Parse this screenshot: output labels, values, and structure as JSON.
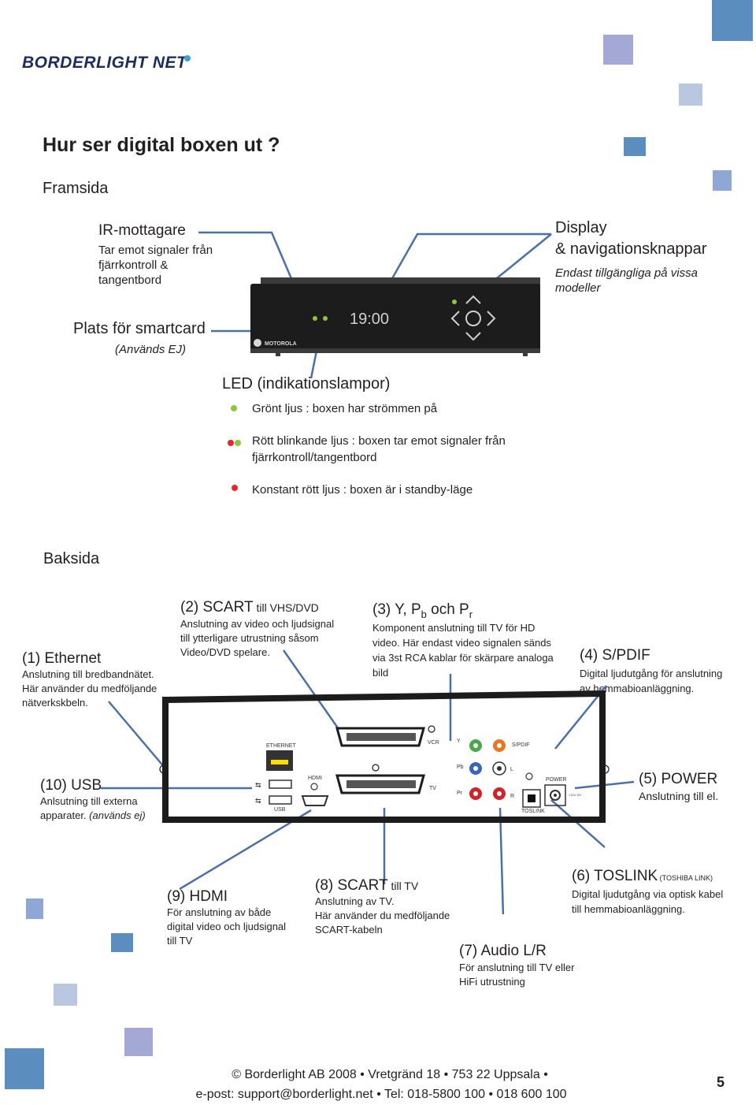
{
  "brand": {
    "logo_text": "BORDERLIGHT NET"
  },
  "page": {
    "title": "Hur ser digital boxen ut ?",
    "front_heading": "Framsida",
    "back_heading": "Baksida",
    "page_number": "5"
  },
  "front": {
    "ir_title": "IR-mottagare",
    "ir_desc": [
      "Tar emot signaler från",
      "fjärrkontroll &",
      "tangentbord"
    ],
    "display_title_1": "Display",
    "display_title_2": "& navigationsknappar",
    "display_desc": [
      "Endast tillgängliga på vissa",
      "modeller"
    ],
    "smartcard_title": "Plats för smartcard",
    "smartcard_note": "(Används EJ)",
    "led_title": "LED (indikationslampor)",
    "device_clock": "19:00",
    "device_brand": "MOTOROLA",
    "led_items": [
      {
        "text": "Grönt ljus : boxen har strömmen på",
        "colors": [
          "#8dc63f"
        ]
      },
      {
        "text": "Rött blinkande ljus : boxen tar emot signaler från",
        "text2": "fjärrkontroll/tangentbord",
        "colors": [
          "#e8262b",
          "#8dc63f"
        ]
      },
      {
        "text": "Konstant rött ljus : boxen är i standby-läge",
        "colors": [
          "#e8262b"
        ]
      }
    ]
  },
  "back": {
    "ethernet": {
      "title": "(1) Ethernet",
      "desc": [
        "Anslutning till bredbandnätet.",
        "Här använder du medföljande",
        "nätverkskbeln."
      ]
    },
    "scart2": {
      "title": "(2) SCART",
      "suffix": " till VHS/DVD",
      "desc": [
        "Anslutning av video och ljudsignal",
        "till ytterligare utrustning såsom",
        "Video/DVD spelare."
      ]
    },
    "ypbpr": {
      "title_main": "(3) Y, P",
      "sub_b": "b",
      "och": " och  P",
      "sub_r": "r",
      "desc": [
        "Komponent anslutning till TV för HD",
        "video. Här endast video signalen sänds",
        "via 3st RCA kablar för skärpare analoga",
        "bild"
      ]
    },
    "spdif": {
      "title": "(4) S/PDIF",
      "desc": [
        "Digital ljudutgång för anslutning",
        "av hemmabioanläggning."
      ]
    },
    "usb": {
      "title": "(10) USB",
      "desc_1": "Anlsutning till externa",
      "desc_2": "apparater.",
      "desc_2_italic": " (används ej)"
    },
    "power": {
      "title": "(5) POWER",
      "desc": "Anslutning till el."
    },
    "hdmi": {
      "title": "(9) HDMI",
      "desc": [
        "För anslutning av både",
        "digital video och ljudsignal",
        "till TV"
      ]
    },
    "scart8": {
      "title": "(8) SCART",
      "suffix": " till TV",
      "desc": [
        "Anslutning av TV.",
        "Här använder du medföljande",
        "SCART-kabeln"
      ]
    },
    "audio": {
      "title": "(7) Audio L/R",
      "desc": [
        "För anslutning till TV eller",
        "HiFi utrustning"
      ]
    },
    "toslink": {
      "title": "(6) TOSLINK",
      "small": " (TOSHIBA LINK)",
      "desc": [
        "Digital ljudutgång via optisk kabel",
        "till hemmabioanläggning."
      ]
    },
    "panel_labels": {
      "ethernet": "ETHERNET",
      "hdmi": "HDMI",
      "usb": "USB",
      "vcr": "VCR",
      "tv": "TV",
      "y": "Y",
      "pb": "Pb",
      "pr": "Pr",
      "spdif": "S/PDIF",
      "l": "L",
      "r": "R",
      "power": "POWER",
      "toslink": "TOSLINK",
      "power_rating": "+12V DC"
    }
  },
  "footer": {
    "line1": "© Borderlight AB 2008 • Vretgränd 18 • 753 22 Uppsala •",
    "line2": "e-post: support@borderlight.net • Tel: 018-5800 100 • 018 600 100"
  },
  "colors": {
    "sq_dark": "#5b8dbf",
    "sq_mid": "#8fa7d4",
    "sq_light": "#b9c7e0",
    "sq_lav": "#a3a8d4",
    "rca_green": "#4aa84a",
    "rca_blue": "#3a66b5",
    "rca_red": "#d2232a",
    "rca_orange": "#e87722"
  }
}
